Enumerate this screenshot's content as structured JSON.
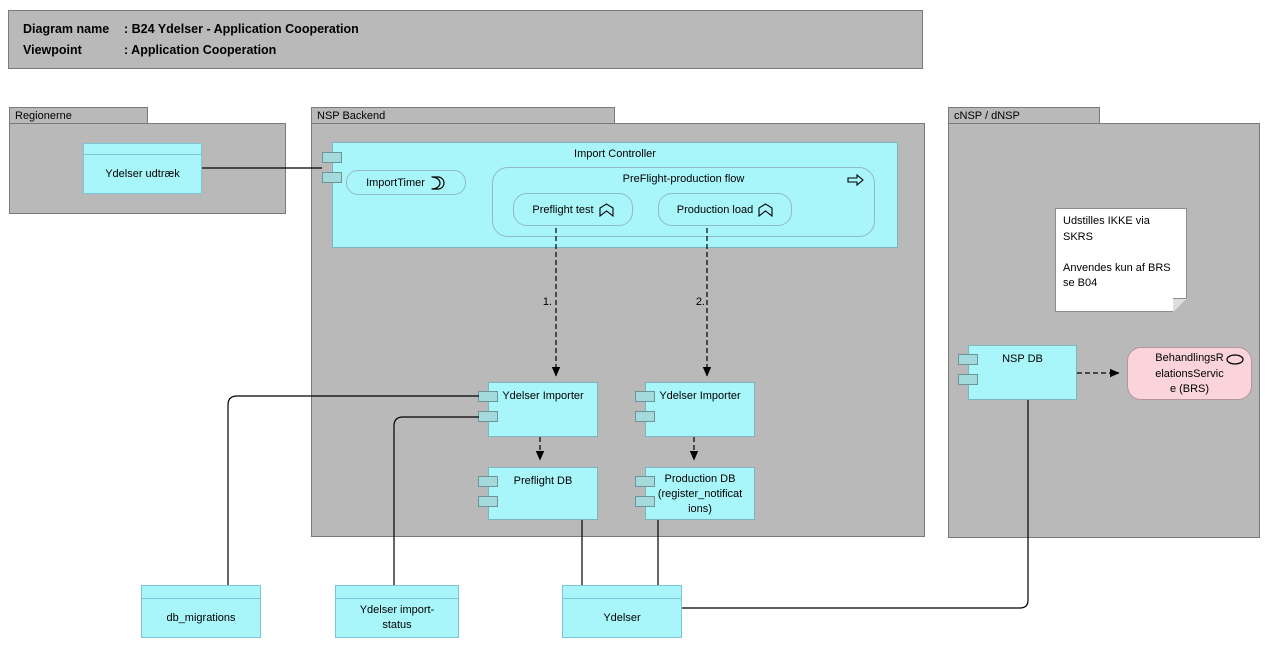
{
  "title": {
    "rows": [
      {
        "label": "Diagram name",
        "value": ": B24 Ydelser - Application Cooperation"
      },
      {
        "label": "Viewpoint",
        "value": ": Application Cooperation"
      }
    ]
  },
  "groups": {
    "regionerne": {
      "label": "Regionerne"
    },
    "nsp_backend": {
      "label": "NSP Backend"
    },
    "cnsp_dnsp": {
      "label": "cNSP / dNSP"
    }
  },
  "elements": {
    "ydelser_udtraek": {
      "label": "Ydelser udtræk"
    },
    "import_controller": {
      "label": "Import Controller"
    },
    "import_timer": {
      "label": "ImportTimer"
    },
    "preflight_production_flow": {
      "label": "PreFlight-production flow"
    },
    "preflight_test": {
      "label": "Preflight test"
    },
    "production_load": {
      "label": "Production load"
    },
    "ydelser_importer_left": {
      "label": "Ydelser Importer"
    },
    "ydelser_importer_right": {
      "label": "Ydelser Importer"
    },
    "preflight_db": {
      "label": "Preflight DB"
    },
    "production_db": {
      "label": "Production DB\n(register_notificat\nions)"
    },
    "nsp_db": {
      "label": "NSP DB"
    },
    "brs": {
      "label": "BehandlingsR\nelationsServic\ne (BRS)"
    },
    "db_migrations": {
      "label": "db_migrations"
    },
    "ydelser_import_status": {
      "label": "Ydelser import-\nstatus"
    },
    "ydelser": {
      "label": "Ydelser"
    }
  },
  "note": {
    "text": "Udstilles IKKE via SKRS\n\nAnvendes kun af BRS\nse B04"
  },
  "edge_labels": {
    "step1": "1.",
    "step2": "2."
  },
  "icons": {
    "import_timer": "application-event-icon",
    "preflight_production_flow": "process-arrow-icon",
    "preflight_test": "function-chevron-icon",
    "production_load": "function-chevron-icon",
    "brs": "service-oval-icon"
  },
  "colors": {
    "group_fill": "#b9b9b9",
    "group_border": "#7a7a7a",
    "element_fill": "#a9f6fa",
    "element_border": "#7db4bd",
    "inner_border": "#8fbcc2",
    "tab_fill": "#a5dadd",
    "tab_border": "#6e9499",
    "dataobject_border": "#7cc5d6",
    "service_fill": "#fad4da",
    "service_border": "#b5959b",
    "note_fill": "#ffffff",
    "note_border": "#8c8c8c",
    "line": "#000000",
    "text": "#000000"
  }
}
